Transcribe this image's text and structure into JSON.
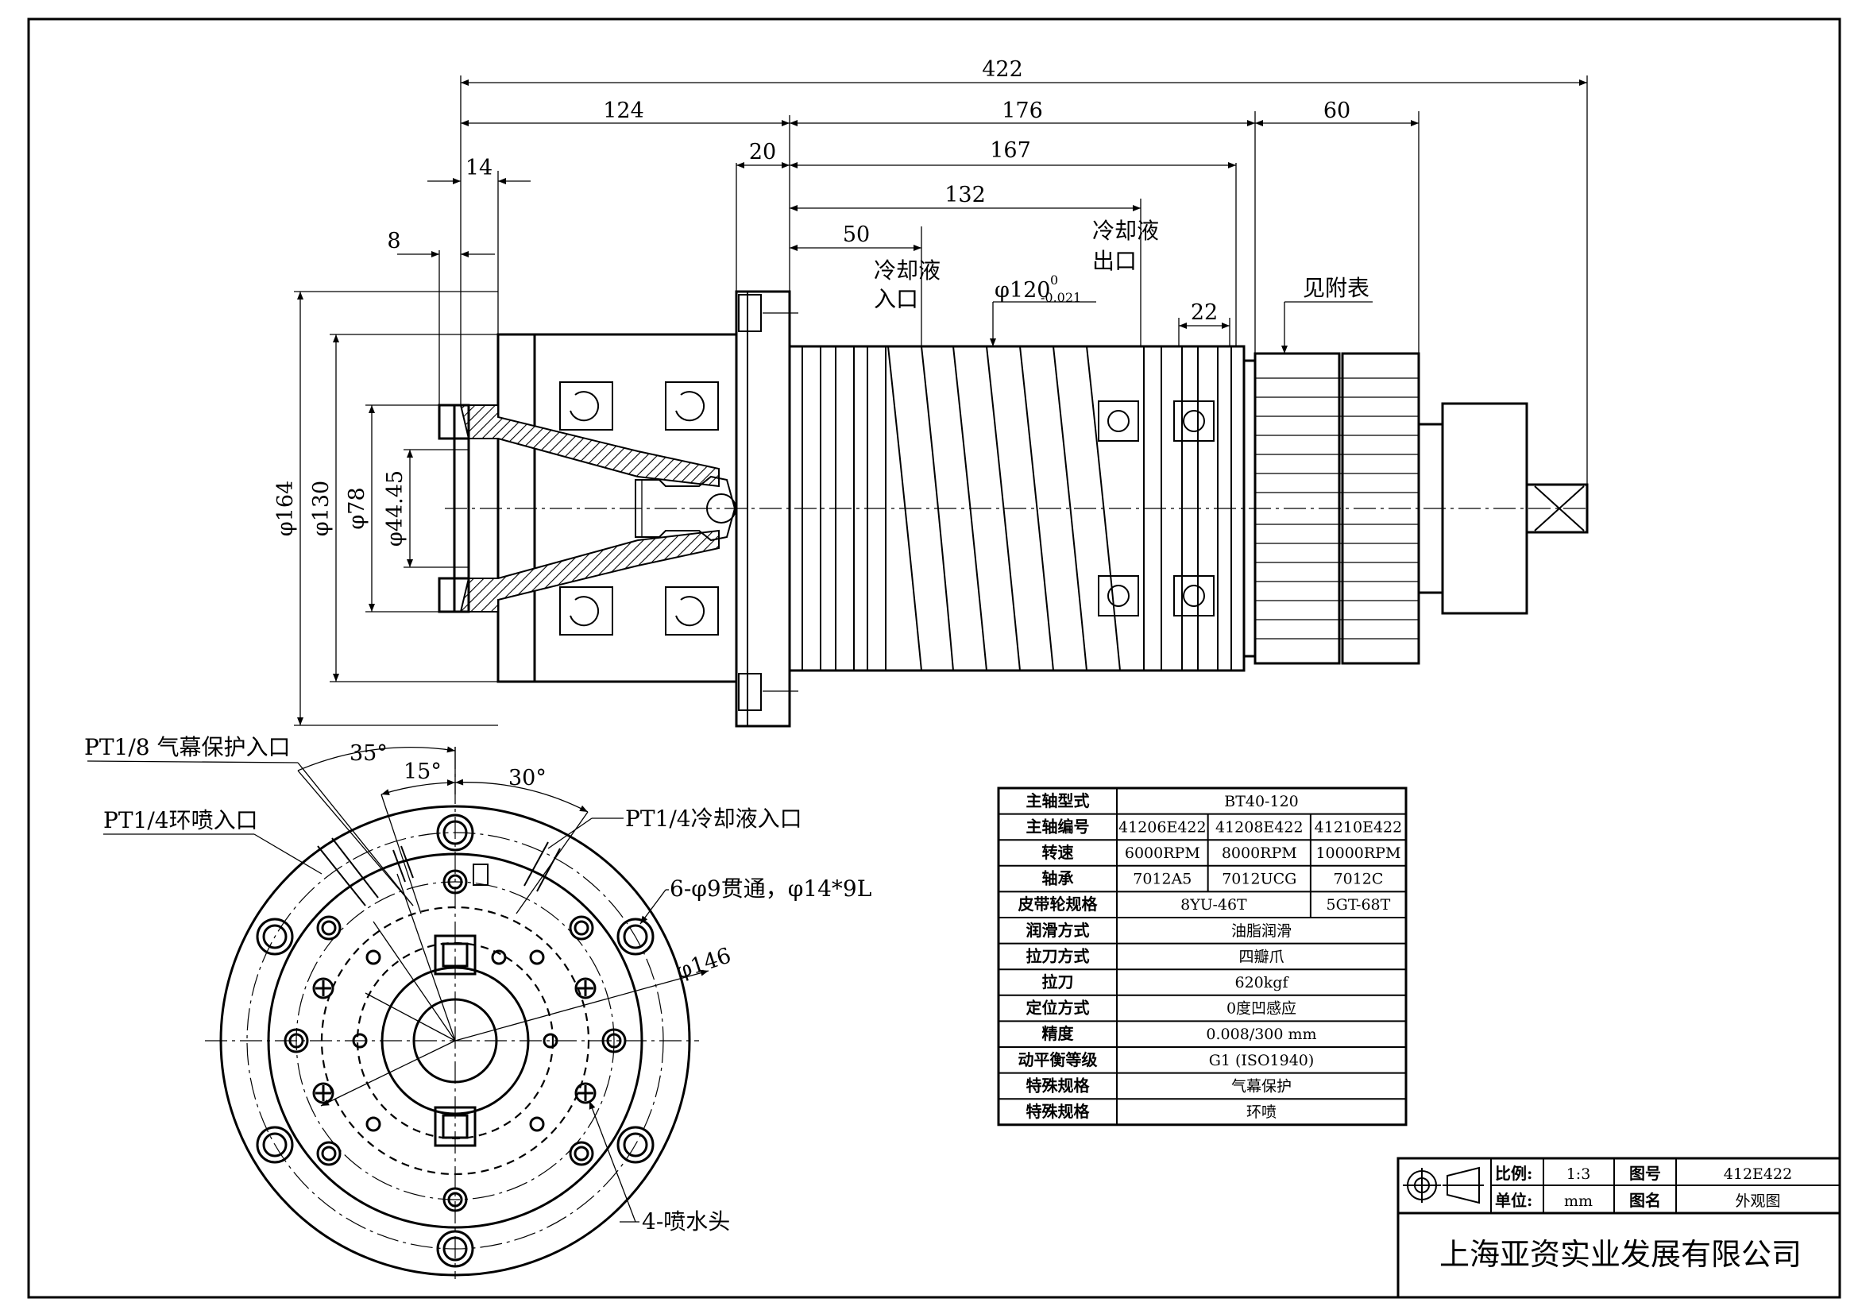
{
  "dimensions": {
    "overall": "422",
    "front_section": "124",
    "body_length": "176",
    "tail_length": "60",
    "flange_thickness": "20",
    "to_bearing": "167",
    "to_coolant_outlet": "132",
    "to_coolant_inlet": "50",
    "face_offset": "14",
    "nose_offset": "8",
    "groove_width": "22",
    "dia_164": "φ164",
    "dia_130": "φ130",
    "dia_78": "φ78",
    "dia_44_45": "φ44.45",
    "dia_120": "φ120",
    "dia_120_tol_upper": "0",
    "dia_120_tol_lower": "-0.021",
    "dia_146": "φ146",
    "angle_35": "35°",
    "angle_15": "15°",
    "angle_30": "30°"
  },
  "labels": {
    "coolant_inlet_line1": "冷却液",
    "coolant_inlet_line2": "入口",
    "coolant_outlet_line1": "冷却液",
    "coolant_outlet_line2": "出口",
    "see_table": "见附表",
    "air_curtain_port": "PT1/8 气幕保护入口",
    "ring_spray_port": "PT1/4环喷入口",
    "coolant_port": "PT1/4冷却液入口",
    "through_holes": "6-φ9贯通，φ14*9L",
    "spray_nozzles": "4-喷水头"
  },
  "spec_table": {
    "rows": [
      {
        "name": "主轴型式",
        "values": [
          "BT40-120"
        ]
      },
      {
        "name": "主轴编号",
        "values": [
          "41206E422",
          "41208E422",
          "41210E422"
        ]
      },
      {
        "name": "转速",
        "values": [
          "6000RPM",
          "8000RPM",
          "10000RPM"
        ]
      },
      {
        "name": "轴承",
        "values": [
          "7012A5",
          "7012UCG",
          "7012C"
        ]
      },
      {
        "name": "皮带轮规格",
        "values": [
          "8YU-46T",
          "5GT-68T"
        ]
      },
      {
        "name": "润滑方式",
        "values": [
          "油脂润滑"
        ]
      },
      {
        "name": "拉刀方式",
        "values": [
          "四瓣爪"
        ]
      },
      {
        "name": "拉刀",
        "values": [
          "620kgf"
        ]
      },
      {
        "name": "定位方式",
        "values": [
          "0度凹感应"
        ]
      },
      {
        "name": "精度",
        "values": [
          "0.008/300 mm"
        ]
      },
      {
        "name": "动平衡等级",
        "values": [
          "G1 (ISO1940)"
        ]
      },
      {
        "name": "特殊规格",
        "values": [
          "气幕保护"
        ]
      },
      {
        "name": "特殊规格",
        "values": [
          "环喷"
        ]
      }
    ]
  },
  "title_block": {
    "scale_label": "比例:",
    "scale_value": "1:3",
    "unit_label": "单位:",
    "unit_value": "mm",
    "drawing_no_label": "图号",
    "drawing_no": "412E422",
    "drawing_name_label": "图名",
    "drawing_name": "外观图",
    "company": "上海亚资实业发展有限公司"
  }
}
